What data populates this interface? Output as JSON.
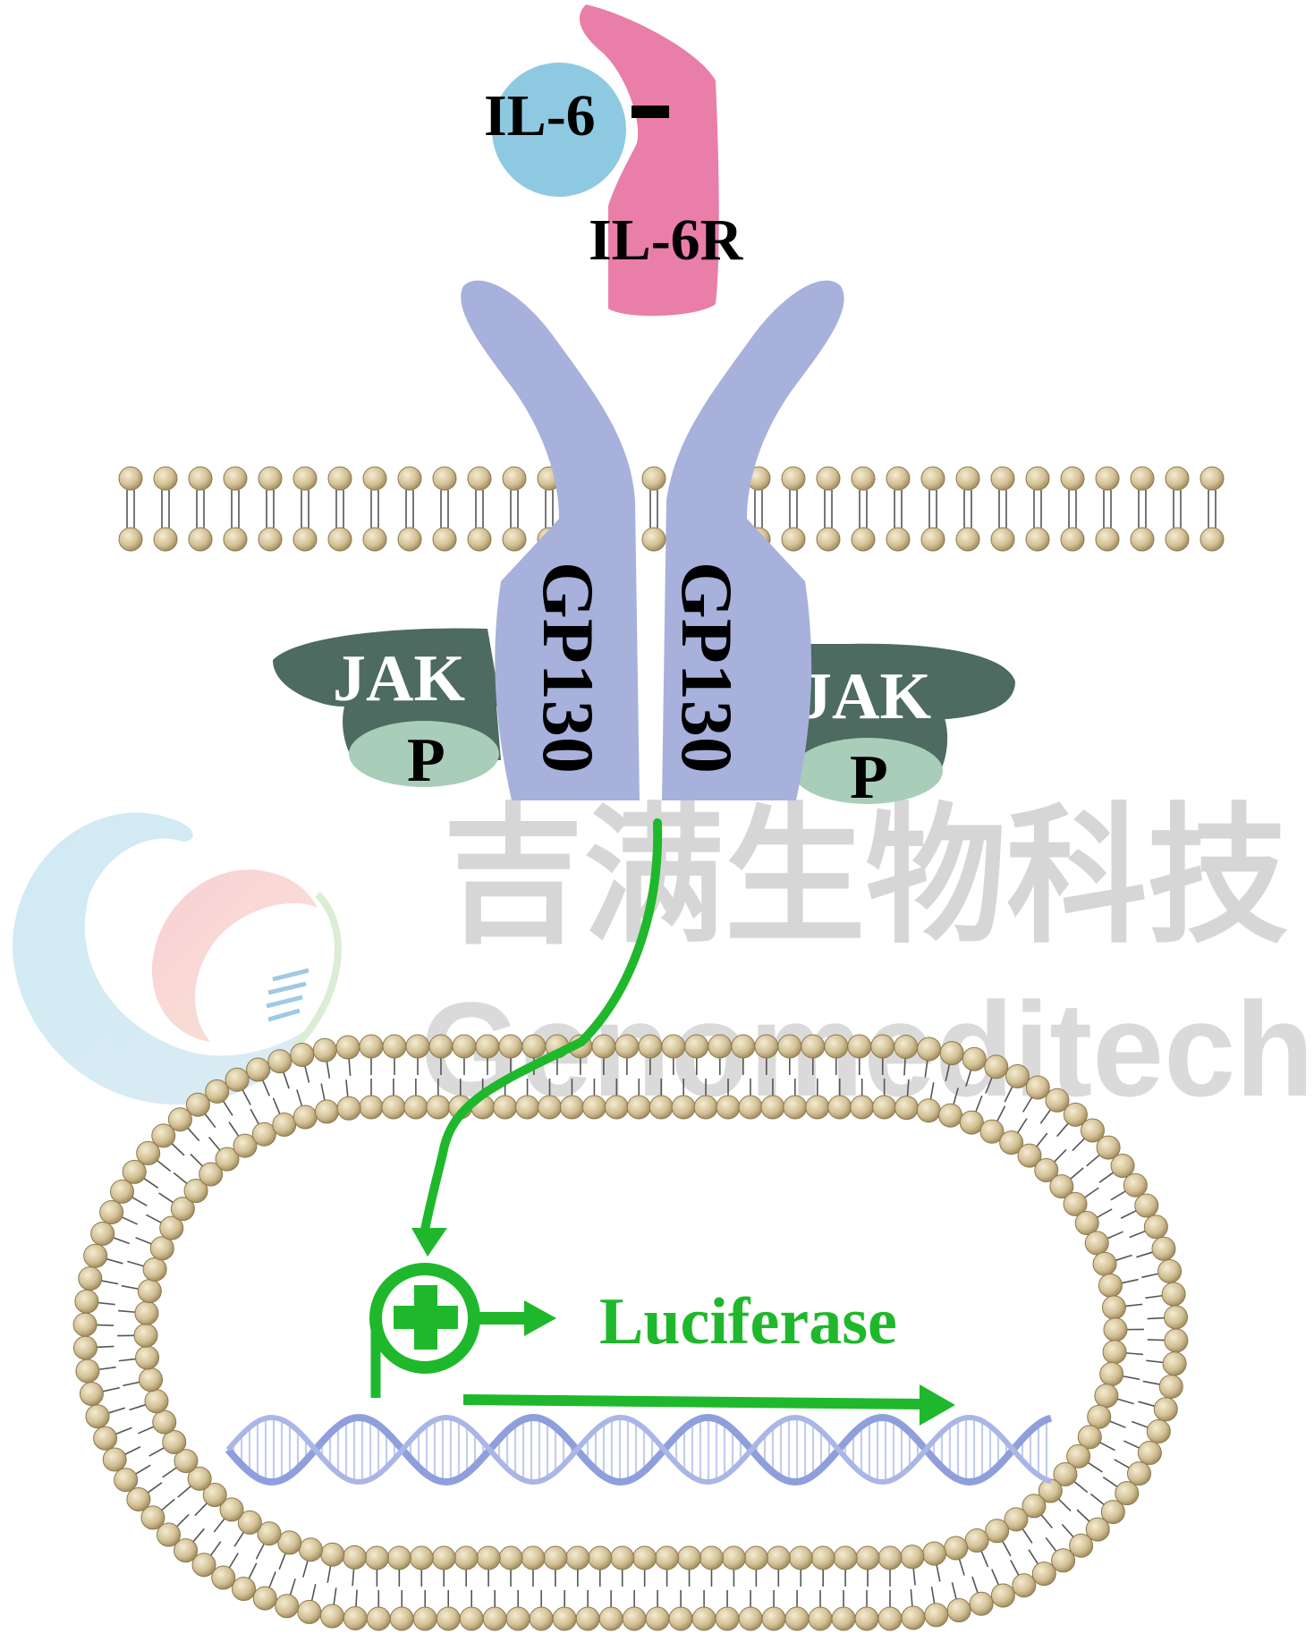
{
  "labels": {
    "il6": "IL-6",
    "il6r": "IL-6R",
    "gp130_left": "GP130",
    "gp130_right": "GP130",
    "jak_left": "JAK",
    "jak_right": "JAK",
    "p_left": "P",
    "p_right": "P",
    "reporter": "Luciferase"
  },
  "watermark": {
    "chinese": "吉满生物科技",
    "english": "Genomeditech"
  },
  "colors": {
    "il6": "#8ec9e2",
    "il6r": "#e97ea8",
    "gp130": "#a7b1dc",
    "jak": "#4d6b61",
    "phospho": "#a8cdb8",
    "lipid_head": "#cbb78a",
    "signal": "#1fb82c",
    "dna": "#9eaee0",
    "watermark": "#d4d4d4"
  }
}
